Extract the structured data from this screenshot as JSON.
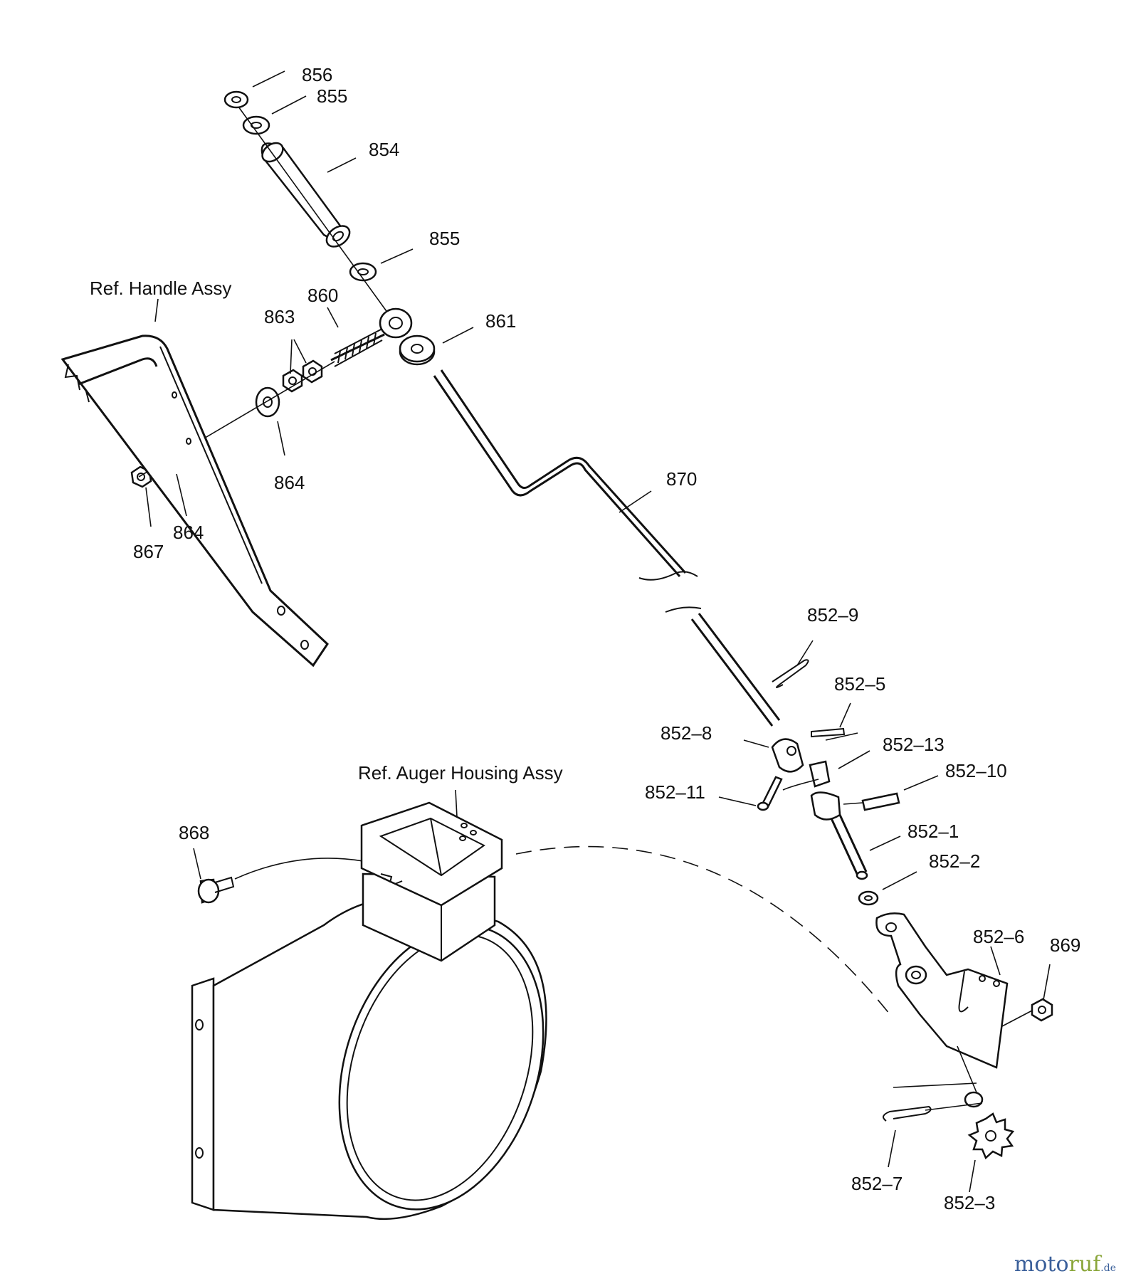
{
  "labels": {
    "p856": "856",
    "p855a": "855",
    "p854": "854",
    "p855b": "855",
    "ref_handle": "Ref. Handle Assy",
    "p860": "860",
    "p863": "863",
    "p861": "861",
    "p864a": "864",
    "p864b": "864",
    "p867": "867",
    "p870": "870",
    "p852_9": "852–9",
    "p852_5": "852–5",
    "p852_8": "852–8",
    "p852_13": "852–13",
    "p852_10": "852–10",
    "p852_11": "852–11",
    "p852_1": "852–1",
    "p852_2": "852–2",
    "ref_auger": "Ref. Auger Housing Assy",
    "p868": "868",
    "p852_6": "852–6",
    "p869": "869",
    "p852_7": "852–7",
    "p852_3": "852–3"
  },
  "logo": {
    "main": "moto",
    "accent": "ruf",
    "suffix": ".de"
  }
}
